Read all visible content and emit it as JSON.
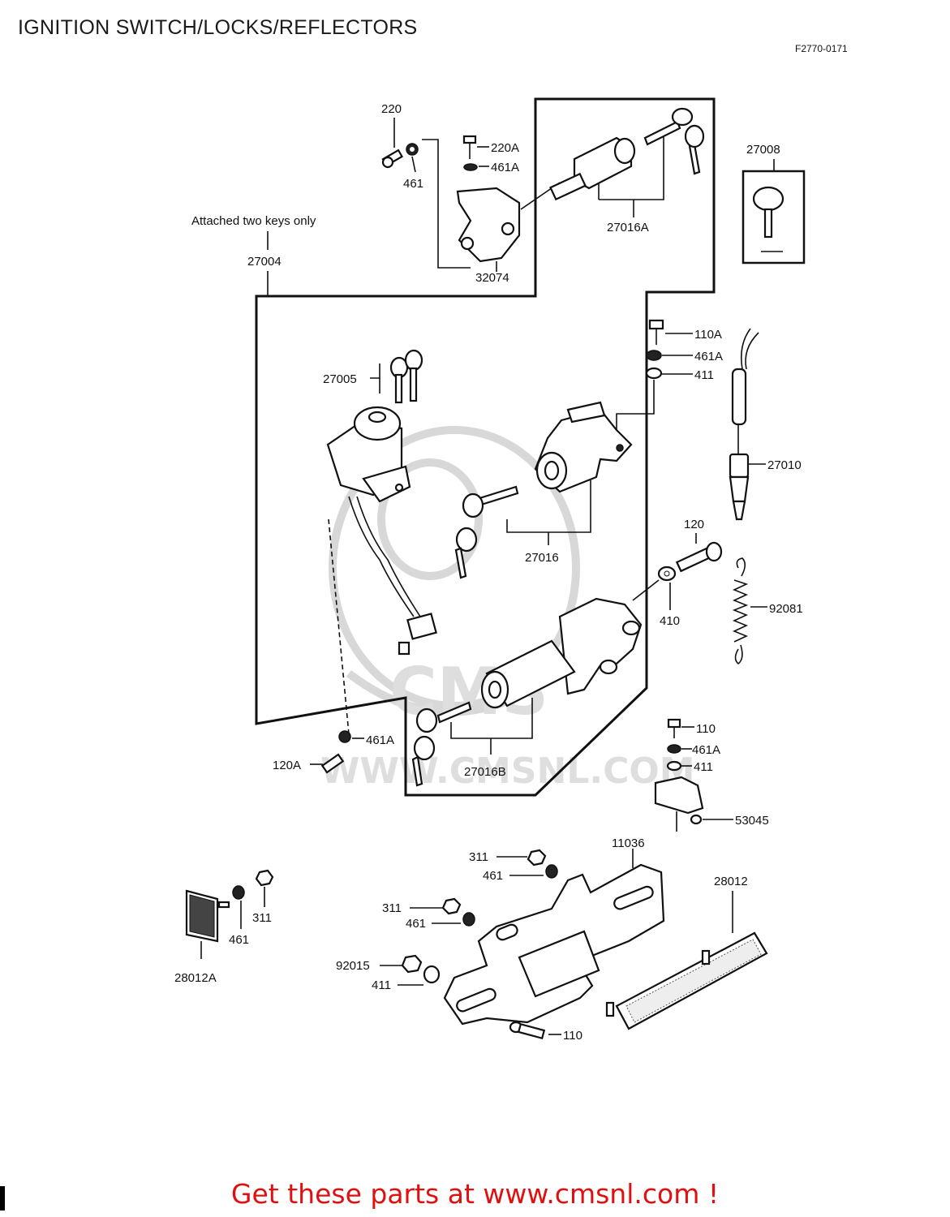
{
  "title": "IGNITION SWITCH/LOCKS/REFLECTORS",
  "figure_code": "F2770-0171",
  "note": "Attached two keys only",
  "watermark_text": "WWW.CMSNL.COM",
  "watermark_logo_text": "CMS",
  "footer": "Get these parts at www.cmsnl.com !",
  "callouts": {
    "p220": "220",
    "p461_top": "461",
    "p220A": "220A",
    "p461A_top": "461A",
    "p32074": "32074",
    "p27016A": "27016A",
    "p27008": "27008",
    "p27004": "27004",
    "p27005": "27005",
    "p110A": "110A",
    "p461A_mid": "461A",
    "p411_mid": "411",
    "p27010": "27010",
    "p27016": "27016",
    "p120": "120",
    "p410": "410",
    "p92081": "92081",
    "p461A_left": "461A",
    "p120A": "120A",
    "p27016B": "27016B",
    "p110_right": "110",
    "p461A_right": "461A",
    "p411_right": "411",
    "p53045": "53045",
    "p311_a": "311",
    "p461_a": "461",
    "p11036": "11036",
    "p28012": "28012",
    "p311_b": "311",
    "p461_b": "461",
    "p92015": "92015",
    "p411_b": "411",
    "p110_bottom": "110",
    "p461_c": "461",
    "p311_c": "311",
    "p28012A": "28012A"
  }
}
